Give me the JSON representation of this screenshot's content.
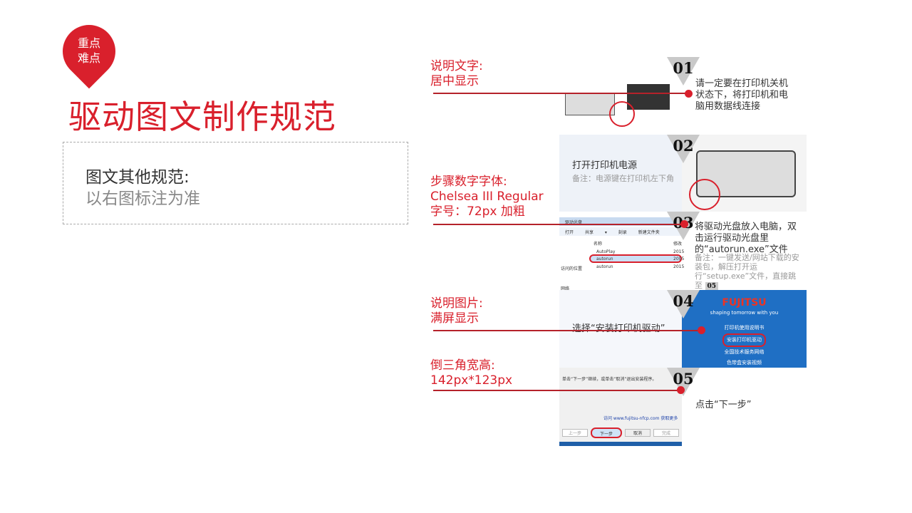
{
  "badge": {
    "line1": "重点",
    "line2": "难点"
  },
  "title": "驱动图文制作规范",
  "box": {
    "line1": "图文其他规范:",
    "line2": "以右图标注为准"
  },
  "annotations": [
    {
      "line1": "说明文字:",
      "line2": "居中显示"
    },
    {
      "line1": "步骤数字字体:",
      "line2": "Chelsea III Regular",
      "line3": "字号：72px 加粗"
    },
    {
      "line1": "说明图片:",
      "line2": "满屏显示"
    },
    {
      "line1": "倒三角宽高:",
      "line2": "142px*123px"
    }
  ],
  "steps": [
    {
      "num": "01",
      "text": "请一定要在打印机关机状态下，将打印机和电脑用数据线连接"
    },
    {
      "num": "02",
      "text": "打开打印机电源",
      "note": "备注：电源键在打印机左下角"
    },
    {
      "num": "03",
      "text": "将驱动光盘放入电脑，双击运行驱动光盘里的“autorun.exe”文件",
      "note": "备注：一键发送/网站下载的安装包，解压打开运行“setup.exe”文件，直接跳至",
      "note_num": "05",
      "explorer": {
        "path": "驱动光盘",
        "toolbar": [
          "打开",
          "共享 ▾",
          "刻录",
          "新建文件夹"
        ],
        "col_name": "名称",
        "col_date": "修改",
        "files": [
          {
            "name": "AutoPlay",
            "date": "2015"
          },
          {
            "name": "autorun",
            "date": "2005"
          },
          {
            "name": "autorun",
            "date": "2015"
          }
        ],
        "side": [
          "访问的位置",
          "网络"
        ]
      }
    },
    {
      "num": "04",
      "text": "选择“安装打印机驱动”",
      "fujitsu": {
        "logo": "FUJITSU",
        "slogan": "shaping tomorrow with you",
        "menu": [
          "打印机使用说明书",
          "安装打印机驱动",
          "全国技术服务网络",
          "色带盒安装视频"
        ]
      }
    },
    {
      "num": "05",
      "text": "点击“下一步”",
      "installer": {
        "msg": "单击“下一步”继续，或单击“取消”退出安装程序。",
        "link": "访问 www.fujitsu-nfcp.com 获取更多",
        "buttons": [
          "上一步",
          "下一步",
          "取消",
          "完成"
        ]
      }
    }
  ],
  "colors": {
    "accent": "#d9202c",
    "fujitsu_blue": "#1f6fc4"
  }
}
